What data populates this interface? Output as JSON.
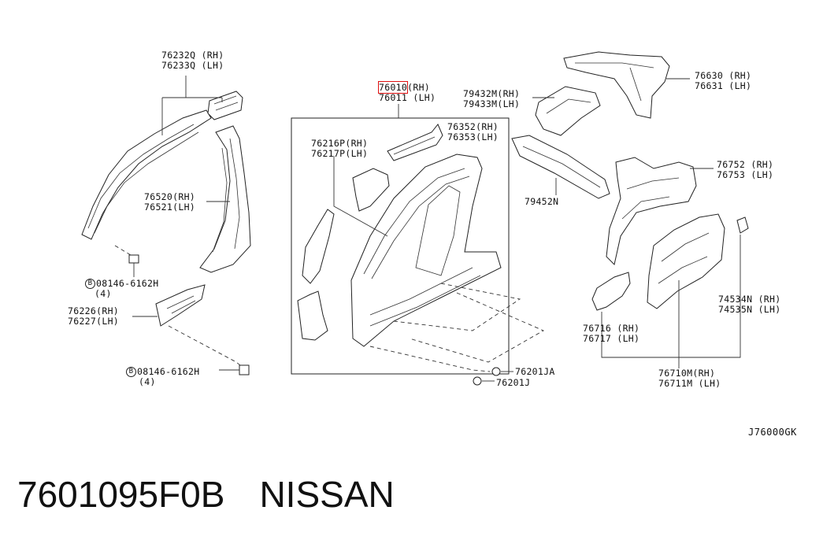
{
  "labels": {
    "p76232": {
      "rh": "76232Q (RH)",
      "lh": "76233Q (LH)"
    },
    "p76010": {
      "rh_code": "76010",
      "rh_suffix": "(RH)",
      "lh": "76011 (LH)"
    },
    "p79432": {
      "rh": "79432M(RH)",
      "lh": "79433M(LH)"
    },
    "p76630": {
      "rh": "76630 (RH)",
      "lh": "76631 (LH)"
    },
    "p76352": {
      "rh": "76352(RH)",
      "lh": "76353(LH)"
    },
    "p76216": {
      "rh": "76216P(RH)",
      "lh": "76217P(LH)"
    },
    "p79452": {
      "single": "79452N"
    },
    "p76752": {
      "rh": "76752 (RH)",
      "lh": "76753 (LH)"
    },
    "p76520": {
      "rh": "76520(RH)",
      "lh": "76521(LH)"
    },
    "bolt1": {
      "code": "08146-6162H",
      "qty": "(4)"
    },
    "p76226": {
      "rh": "76226(RH)",
      "lh": "76227(LH)"
    },
    "p74534": {
      "rh": "74534N (RH)",
      "lh": "74535N (LH)"
    },
    "p76716": {
      "rh": "76716 (RH)",
      "lh": "76717 (LH)"
    },
    "bolt2": {
      "code": "08146-6162H",
      "qty": "(4)"
    },
    "p76201JA": {
      "single": "76201JA"
    },
    "p76201J": {
      "single": "76201J"
    },
    "p76710": {
      "rh": "76710M(RH)",
      "lh": "76711M (LH)"
    }
  },
  "bolt_symbol": "B",
  "diagram_ref": "J76000GK",
  "footer": {
    "part_number": "7601095F0B",
    "brand": "NISSAN"
  },
  "colors": {
    "highlight": "#e11111",
    "line": "#222222"
  }
}
